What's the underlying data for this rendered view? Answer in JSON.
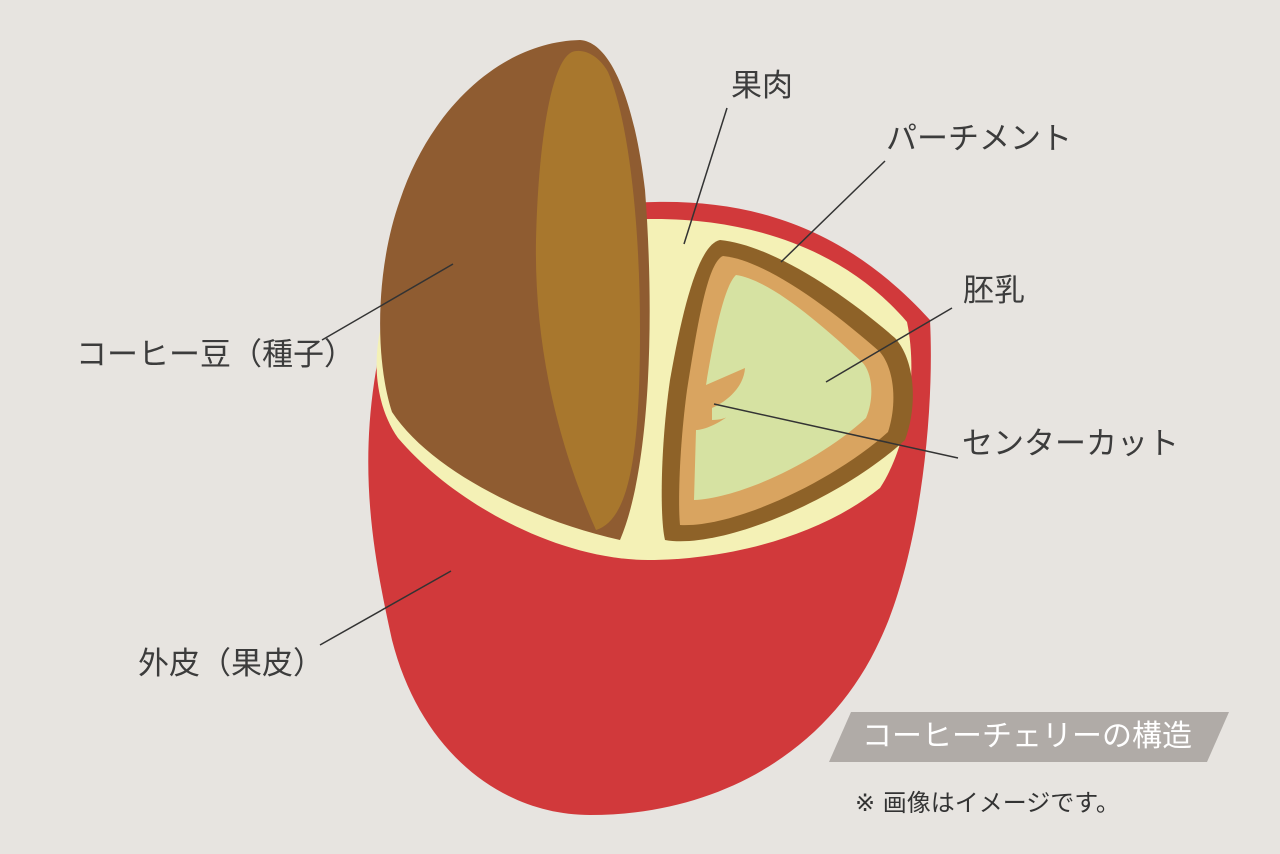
{
  "diagram": {
    "labels": {
      "pulp": "果肉",
      "parchment": "パーチメント",
      "endosperm": "胚乳",
      "center_cut": "センターカット",
      "coffee_bean": "コーヒー豆（種子）",
      "skin": "外皮（果皮）"
    },
    "caption": {
      "title": "コーヒーチェリーの構造",
      "note": "※ 画像はイメージです。"
    },
    "colors": {
      "background": "#e7e4e0",
      "skin": "#d1393b",
      "pulp": "#f4f1b6",
      "bean_outer": "#8f5c31",
      "bean_cut_face": "#a8772d",
      "parchment": "#8e6228",
      "silver_skin": "#d9a460",
      "endosperm": "#d6e2a2",
      "leader_line": "#333333",
      "badge": "#b0aba7"
    }
  }
}
